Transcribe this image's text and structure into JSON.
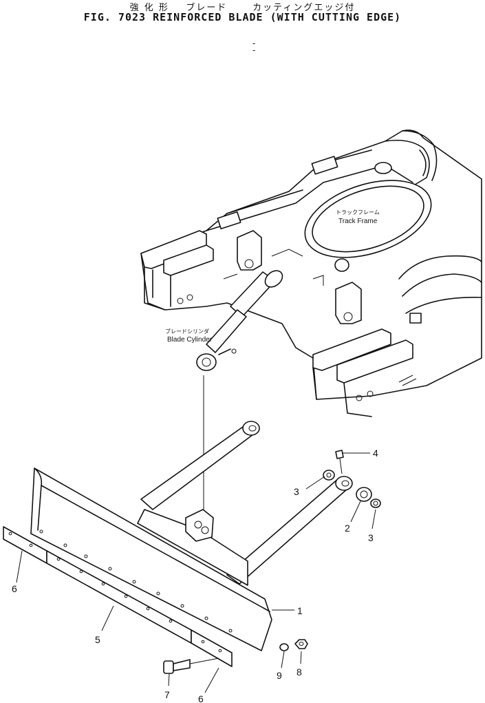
{
  "title_jp": "強 化 形    ブレード      カッティングエッジ付",
  "title_en": "FIG. 7023   REINFORCED BLADE  (WITH CUTTING EDGE)",
  "header_mark": "-\n-",
  "labels": {
    "track_frame_jp": "トラックフレーム",
    "track_frame_en": "Track Frame",
    "blade_cylinder_jp": "ブレードシリンダ",
    "blade_cylinder_en": "Blade Cylinder"
  },
  "callouts": [
    {
      "id": "1",
      "text": "1"
    },
    {
      "id": "2",
      "text": "2"
    },
    {
      "id": "3a",
      "text": "3"
    },
    {
      "id": "3b",
      "text": "3"
    },
    {
      "id": "4",
      "text": "4"
    },
    {
      "id": "5",
      "text": "5"
    },
    {
      "id": "6a",
      "text": "6"
    },
    {
      "id": "6b",
      "text": "6"
    },
    {
      "id": "7",
      "text": "7"
    },
    {
      "id": "8",
      "text": "8"
    },
    {
      "id": "9",
      "text": "9"
    }
  ]
}
